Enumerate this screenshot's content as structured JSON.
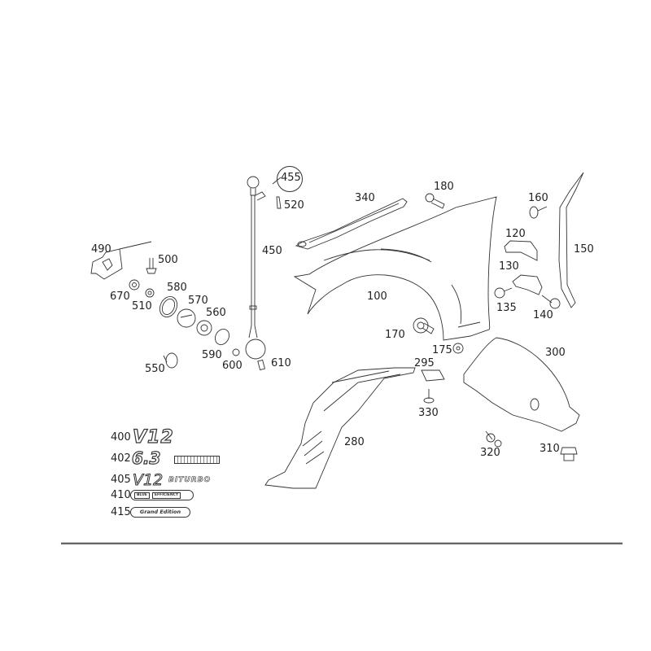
{
  "diagram": {
    "title": "Front fender exploded parts diagram",
    "callouts": {
      "p100": "100",
      "p120": "120",
      "p130": "130",
      "p135": "135",
      "p140": "140",
      "p150": "150",
      "p160": "160",
      "p170": "170",
      "p175": "175",
      "p180": "180",
      "p280": "280",
      "p295": "295",
      "p300": "300",
      "p310": "310",
      "p320": "320",
      "p330": "330",
      "p340": "340",
      "p450": "450",
      "p455": "455",
      "p490": "490",
      "p500": "500",
      "p510": "510",
      "p520": "520",
      "p550": "550",
      "p560": "560",
      "p570": "570",
      "p580": "580",
      "p590": "590",
      "p600": "600",
      "p610": "610",
      "p670": "670"
    },
    "badges": [
      {
        "number": "400",
        "text": "V12"
      },
      {
        "number": "402",
        "text": "6.3",
        "subtext": "AMG"
      },
      {
        "number": "405",
        "text": "V12",
        "subtext": "BITURBO"
      },
      {
        "number": "410",
        "text": "BLUE",
        "subtext": "EFFICIENCY"
      },
      {
        "number": "415",
        "text": "Grand Edition"
      }
    ]
  }
}
